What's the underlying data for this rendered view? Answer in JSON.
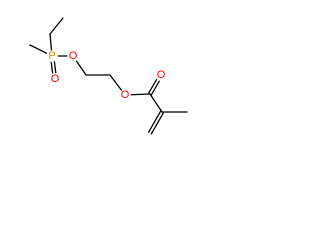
{
  "molecule": {
    "atoms": [
      {
        "id": "c-ethyl-end",
        "symbol": "C",
        "label": ""
      },
      {
        "id": "c-ethyl-ch2",
        "symbol": "C",
        "label": ""
      },
      {
        "id": "p",
        "symbol": "P",
        "label": "P"
      },
      {
        "id": "c-methyl-p",
        "symbol": "C",
        "label": ""
      },
      {
        "id": "o-phosphoryl",
        "symbol": "O",
        "label": "O"
      },
      {
        "id": "o-ether-p",
        "symbol": "O",
        "label": "O"
      },
      {
        "id": "c-linker-1",
        "symbol": "C",
        "label": ""
      },
      {
        "id": "c-linker-2",
        "symbol": "C",
        "label": ""
      },
      {
        "id": "o-ester",
        "symbol": "O",
        "label": "O"
      },
      {
        "id": "c-carbonyl",
        "symbol": "C",
        "label": ""
      },
      {
        "id": "o-carbonyl",
        "symbol": "O",
        "label": "O"
      },
      {
        "id": "c-alpha",
        "symbol": "C",
        "label": ""
      },
      {
        "id": "c-methylene",
        "symbol": "C",
        "label": ""
      },
      {
        "id": "c-methyl-alpha",
        "symbol": "C",
        "label": ""
      }
    ],
    "bonds": [
      {
        "from": "c-ethyl-end",
        "to": "c-ethyl-ch2",
        "order": 1
      },
      {
        "from": "c-ethyl-ch2",
        "to": "p",
        "order": 1
      },
      {
        "from": "c-methyl-p",
        "to": "p",
        "order": 1
      },
      {
        "from": "p",
        "to": "o-phosphoryl",
        "order": 2
      },
      {
        "from": "p",
        "to": "o-ether-p",
        "order": 1
      },
      {
        "from": "o-ether-p",
        "to": "c-linker-1",
        "order": 1
      },
      {
        "from": "c-linker-1",
        "to": "c-linker-2",
        "order": 1
      },
      {
        "from": "c-linker-2",
        "to": "o-ester",
        "order": 1
      },
      {
        "from": "o-ester",
        "to": "c-carbonyl",
        "order": 1
      },
      {
        "from": "c-carbonyl",
        "to": "o-carbonyl",
        "order": 2
      },
      {
        "from": "c-carbonyl",
        "to": "c-alpha",
        "order": 1
      },
      {
        "from": "c-alpha",
        "to": "c-methylene",
        "order": 2
      },
      {
        "from": "c-alpha",
        "to": "c-methyl-alpha",
        "order": 1
      }
    ]
  },
  "colors": {
    "bond": "#000000",
    "P": "#ff8000",
    "O": "#ff0000",
    "C": "#000000"
  }
}
